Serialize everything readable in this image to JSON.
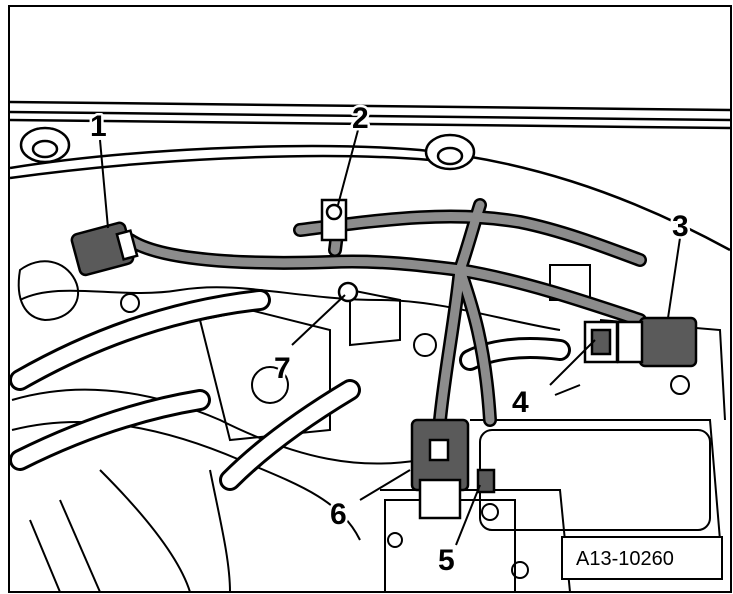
{
  "callouts": [
    {
      "id": "1",
      "label": "1"
    },
    {
      "id": "2",
      "label": "2"
    },
    {
      "id": "3",
      "label": "3"
    },
    {
      "id": "4",
      "label": "4"
    },
    {
      "id": "5",
      "label": "5"
    },
    {
      "id": "6",
      "label": "6"
    },
    {
      "id": "7",
      "label": "7"
    }
  ],
  "reference": "A13-10260",
  "colors": {
    "line": "#000000",
    "background": "#ffffff",
    "harness": "#8c8c8c",
    "connector": "#5a5a5a"
  }
}
